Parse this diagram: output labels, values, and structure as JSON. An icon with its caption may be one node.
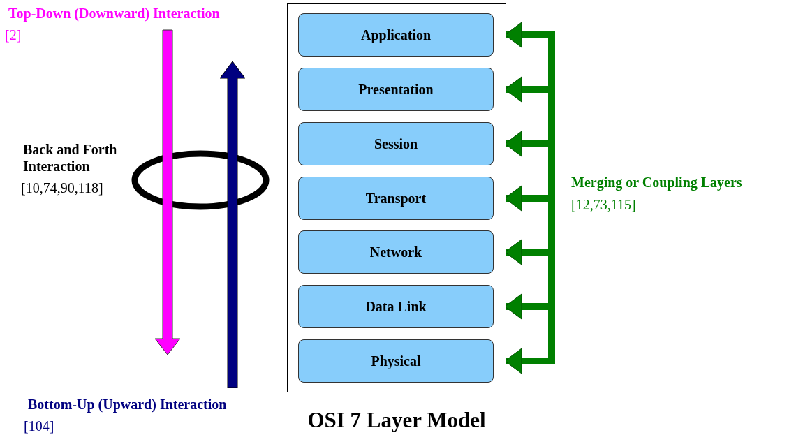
{
  "diagram": {
    "nodes": [
      {
        "text": [
          "OSI 7 Layer Model"
        ]
      },
      {
        "text": [
          "Application"
        ],
        "in": 0
      },
      {
        "text": [
          "Presentation"
        ],
        "in": 0
      },
      {
        "text": [
          "Session"
        ],
        "in": 0
      },
      {
        "text": [
          "Transport"
        ],
        "in": 0
      },
      {
        "text": [
          "Network"
        ],
        "in": 0
      },
      {
        "text": [
          "Data Link"
        ],
        "in": 0
      },
      {
        "text": [
          "Physical"
        ],
        "in": 0
      }
    ],
    "edges": [
      {
        "from": null,
        "to": 1,
        "arrow": "to"
      },
      {
        "from": null,
        "to": 2,
        "arrow": "to"
      },
      {
        "from": null,
        "to": 3,
        "arrow": "to"
      },
      {
        "from": null,
        "to": 4,
        "arrow": "to"
      },
      {
        "from": null,
        "to": 5,
        "arrow": "to"
      },
      {
        "from": null,
        "to": 6,
        "arrow": "to"
      },
      {
        "from": null,
        "to": 7,
        "arrow": "to"
      }
    ],
    "labels": [
      "Top-Down (Downward) Interaction",
      "[2]",
      "Back and Forth Interaction",
      "[10,74,90,118]",
      "Merging or Coupling Layers",
      "[12,73,115]",
      "Bottom-Up (Upward) Interaction",
      "[104]"
    ]
  }
}
